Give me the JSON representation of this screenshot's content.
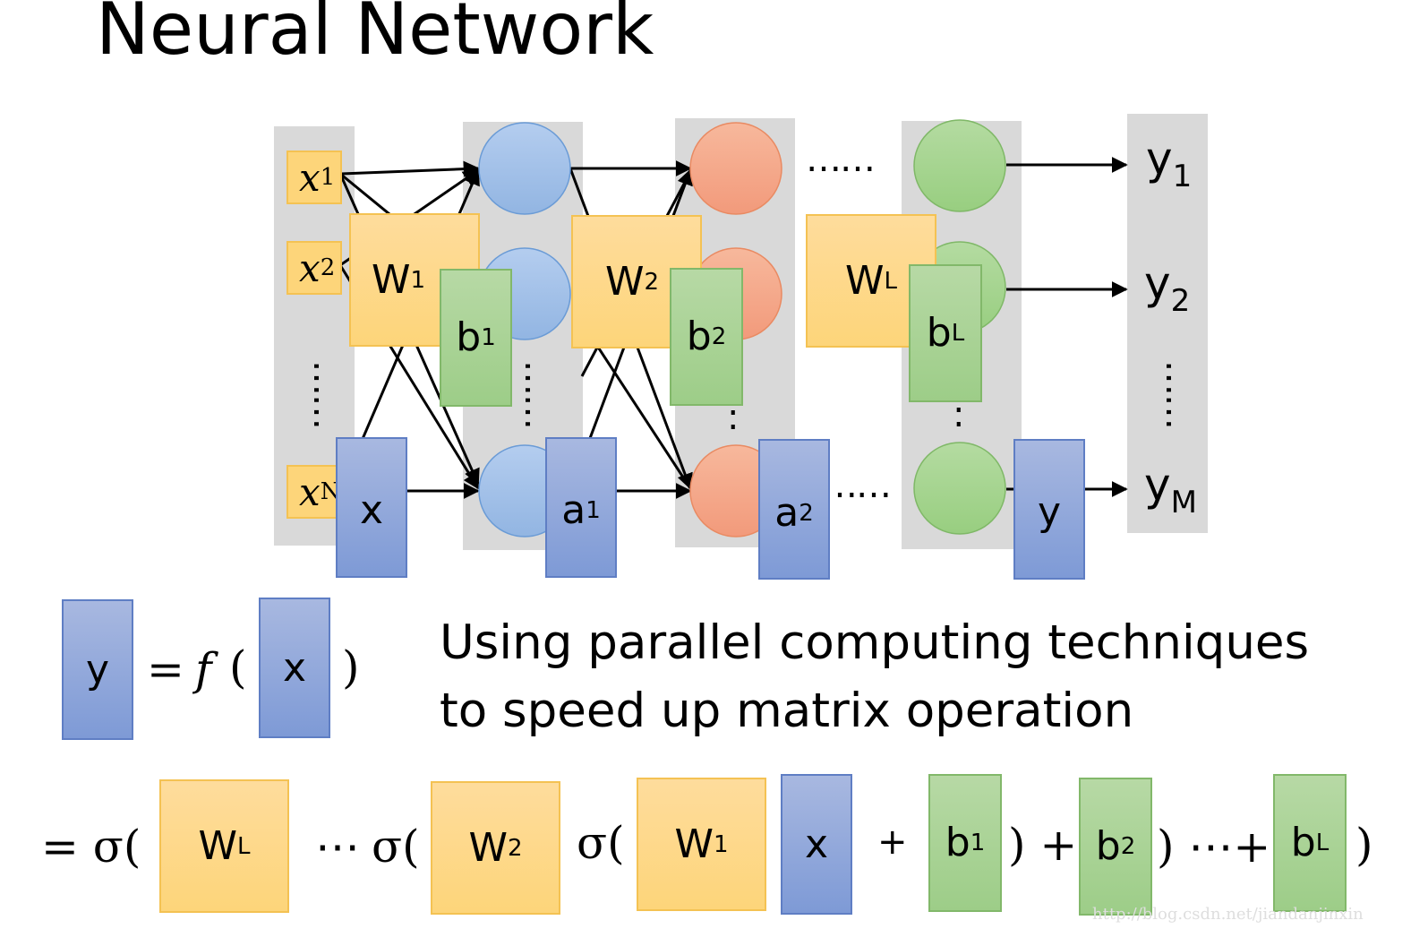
{
  "title": "Neural Network",
  "inputs": {
    "x1": {
      "base": "x",
      "sub": "1"
    },
    "x2": {
      "base": "x",
      "sub": "2"
    },
    "xN": {
      "base": "x",
      "sub": "N"
    }
  },
  "outputs": {
    "y1": {
      "base": "y",
      "sub": "1"
    },
    "y2": {
      "base": "y",
      "sub": "2"
    },
    "yM": {
      "base": "y",
      "sub": "M"
    }
  },
  "top_dots": "……",
  "bottom_dots": "……",
  "vert_dots": "……",
  "layer_dots": ":",
  "weights": {
    "w1": {
      "base": "W",
      "sup": "1"
    },
    "w2": {
      "base": "W",
      "sup": "2"
    },
    "wL": {
      "base": "W",
      "sup": "L"
    }
  },
  "biases": {
    "b1": {
      "base": "b",
      "sup": "1"
    },
    "b2": {
      "base": "b",
      "sup": "2"
    },
    "bL": {
      "base": "b",
      "sup": "L"
    }
  },
  "vectors": {
    "x": "x",
    "a1": {
      "base": "a",
      "sup": "1"
    },
    "a2": {
      "base": "a",
      "sup": "2"
    },
    "y": "y"
  },
  "equation1": {
    "lhs": "y",
    "eq": "= ",
    "f": "f",
    "open": "(",
    "arg": "x",
    "close": ")"
  },
  "caption": {
    "line1": "Using parallel computing techniques",
    "line2": "to speed up matrix operation"
  },
  "equation2": {
    "eq_sigma": "= σ(",
    "dots1": "⋯",
    "sigma2": "σ(",
    "sigma3": "σ(",
    "plus1": "+",
    "close_plus1": ") +",
    "close_dots": ")  ⋯+",
    "close_end": ")",
    "wL": {
      "base": "W",
      "sup": "L"
    },
    "w2": {
      "base": "W",
      "sup": "2"
    },
    "w1": {
      "base": "W",
      "sup": "1"
    },
    "x": "x",
    "b1": {
      "base": "b",
      "sup": "1"
    },
    "b2": {
      "base": "b",
      "sup": "2"
    },
    "bL": {
      "base": "b",
      "sup": "L"
    }
  },
  "watermark": "http://blog.csdn.net/jiandanjinxin",
  "colors": {
    "layer_panel": "#d9d9d9",
    "input_box": "#fdd57a",
    "weight_box": "#fdd57a",
    "bias_box": "#9dcd88",
    "vector_box": "#8ea6dc",
    "neuron_blue": "#a3c2e6",
    "neuron_orange": "#f4a88a",
    "neuron_green": "#a6d492"
  }
}
